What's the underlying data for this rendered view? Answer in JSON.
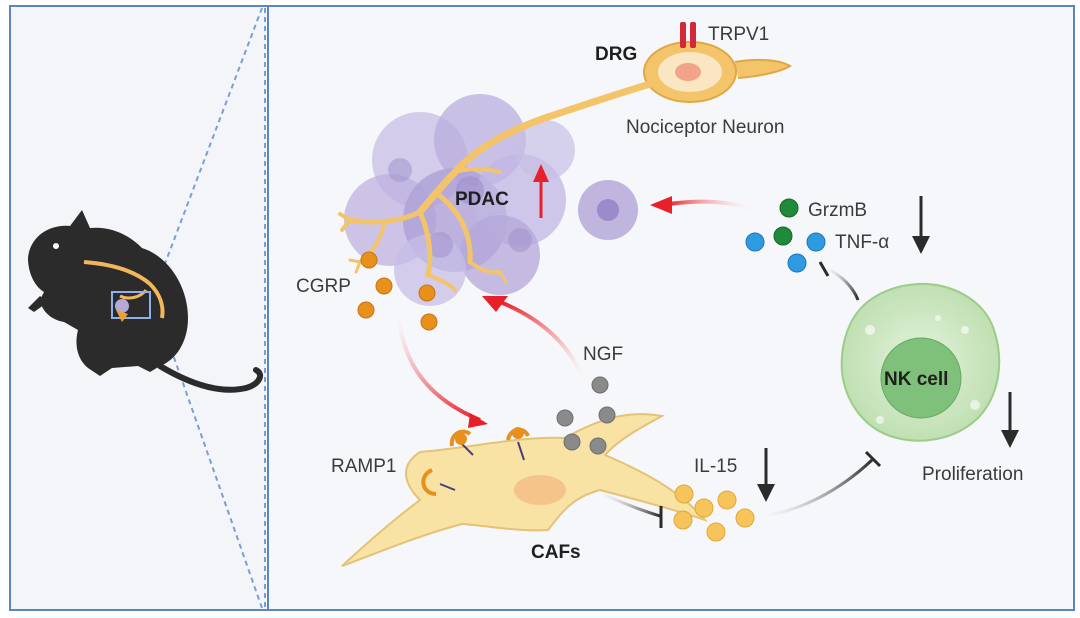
{
  "labels": {
    "drg": "DRG",
    "trpv1": "TRPV1",
    "nociceptor_neuron": "Nociceptor Neuron",
    "pdac": "PDAC",
    "grzmb": "GrzmB",
    "tnf_alpha": "TNF-α",
    "cgrp": "CGRP",
    "ngf": "NGF",
    "nk_cell": "NK cell",
    "proliferation": "Proliferation",
    "ramp1": "RAMP1",
    "il15": "IL-15",
    "cafs": "CAFs"
  },
  "colors": {
    "panel_border": "#5b86c6",
    "dashed_line": "#7a9fd6",
    "panel_bg": "#f3f5f9",
    "arrow_red": "#e8202a",
    "arrow_dark": "#2b2b2b",
    "tumor": "#b6a9d8",
    "neuron": "#f4c46a",
    "caf": "#f8e2a4",
    "nk_cell": "#cfe8c4",
    "cgrp_dot": "#e8901c",
    "ngf_dot": "#8a8a8a",
    "grzmb_dot": "#1f8a3a",
    "tnf_dot": "#2e9be0",
    "il15_dot": "#f6c45a"
  }
}
